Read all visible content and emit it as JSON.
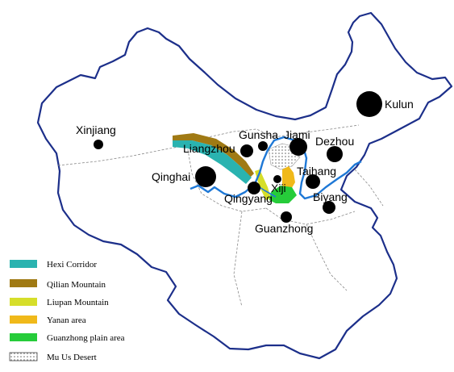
{
  "map": {
    "cities": [
      {
        "id": "kulun",
        "label": "Kulun"
      },
      {
        "id": "xinjiang",
        "label": "Xinjiang"
      },
      {
        "id": "gunsha",
        "label": "Gunsha"
      },
      {
        "id": "jiami",
        "label": "Jiami"
      },
      {
        "id": "liangzhou",
        "label": "Liangzhou"
      },
      {
        "id": "dezhou",
        "label": "Dezhou"
      },
      {
        "id": "qinghai",
        "label": "Qinghai"
      },
      {
        "id": "taihang",
        "label": "Taihang"
      },
      {
        "id": "xiji",
        "label": "Xiji"
      },
      {
        "id": "qingyang",
        "label": "Qingyang"
      },
      {
        "id": "biyang",
        "label": "Biyang"
      },
      {
        "id": "guanzhong",
        "label": "Guanzhong"
      }
    ]
  },
  "legend": {
    "items": [
      {
        "label": "Hexi Corridor",
        "color": "#2ab3b0"
      },
      {
        "label": "Qilian Mountain",
        "color": "#a07a14"
      },
      {
        "label": "Liupan Mountain",
        "color": "#d6de2a"
      },
      {
        "label": "Yanan area",
        "color": "#f0b91a"
      },
      {
        "label": "Guanzhong plain area",
        "color": "#26cc3a"
      },
      {
        "label": "Mu Us Desert",
        "color": "#ffffff"
      }
    ]
  }
}
